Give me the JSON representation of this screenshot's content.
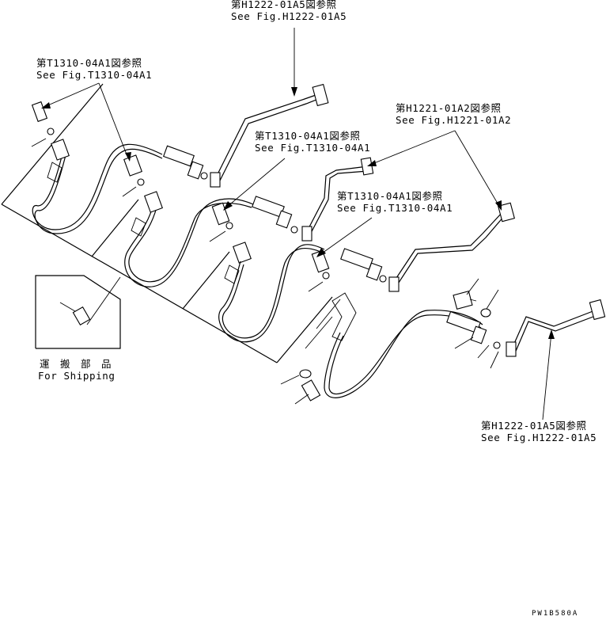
{
  "callouts": [
    {
      "jp": "第H1222-01A5図参照",
      "en": "See Fig.H1222-01A5"
    },
    {
      "jp": "第T1310-04A1図参照",
      "en": "See Fig.T1310-04A1"
    },
    {
      "jp": "第H1221-01A2図参照",
      "en": "See Fig.H1221-01A2"
    },
    {
      "jp": "第T1310-04A1図参照",
      "en": "See Fig.T1310-04A1"
    },
    {
      "jp": "第T1310-04A1図参照",
      "en": "See Fig.T1310-04A1"
    },
    {
      "jp": "第H1222-01A5図参照",
      "en": "See Fig.H1222-01A5"
    }
  ],
  "shipping": {
    "jp": "運 搬 部 品",
    "en": "For Shipping"
  },
  "drawing_code": "PW1B580A"
}
